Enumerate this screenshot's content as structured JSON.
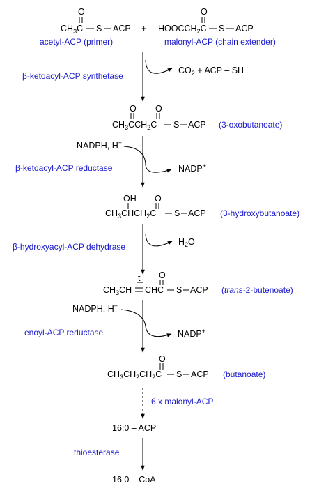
{
  "colors": {
    "structure": "#000000",
    "label": "#1a1acc"
  },
  "start": {
    "acetyl": {
      "o": "O",
      "ch3": "CH",
      "sub3": "3",
      "c": "C",
      "s": "S",
      "acp": "ACP",
      "label": "acetyl-ACP (primer)"
    },
    "plus": "+",
    "malonyl": {
      "o": "O",
      "hooc": "HOOCCH",
      "sub2": "2",
      "c": "C",
      "s": "S",
      "acp": "ACP",
      "label": "malonyl-ACP (chain extender)"
    }
  },
  "steps": [
    {
      "enzyme": "β-ketoacyl-ACP synthetase",
      "product_text": "CO",
      "product_sub": "2",
      "product_rest": " + ACP – SH"
    },
    {
      "enzyme": "β-ketoacyl-ACP reductase",
      "reagent": "NADPH, H",
      "reagent_sup": "+",
      "product_text": "NADP",
      "product_sup": "+"
    },
    {
      "enzyme": "β-hydroxyacyl-ACP dehydrase",
      "product_text": "H",
      "product_sub": "2",
      "product_rest": "O"
    },
    {
      "enzyme": "enoyl-ACP reductase",
      "reagent": "NADPH, H",
      "reagent_sup": "+",
      "product_text": "NADP",
      "product_sup": "+"
    },
    {
      "enzyme": "6 x malonyl-ACP"
    },
    {
      "enzyme": "thioesterase"
    }
  ],
  "intermediates": [
    {
      "name": "(3-oxobutanoate)",
      "o1": "O",
      "o2": "O",
      "ch3": "CH",
      "sub3": "3",
      "c": "C",
      "ch2": "CH",
      "sub2": "2",
      "c2": "C",
      "s": "S",
      "acp": "ACP"
    },
    {
      "name": "(3-hydroxybutanoate)",
      "oh": "OH",
      "o": "O",
      "ch3": "CH",
      "sub3": "3",
      "chch": "CHCH",
      "sub2": "2",
      "c": "C",
      "s": "S",
      "acp": "ACP"
    },
    {
      "name_italic": "trans",
      "name_rest": "-2-butenoate)",
      "name_open": "(",
      "t": "t",
      "o": "O",
      "ch3ch": "CH",
      "sub3": "3",
      "ch": "CH",
      "chc": "CHC",
      "s": "S",
      "acp": "ACP"
    },
    {
      "name": "(butanoate)",
      "o": "O",
      "ch3": "CH",
      "sub3": "3",
      "ch2a": "CH",
      "sub2a": "2",
      "ch2b": "CH",
      "sub2b": "2",
      "c": "C",
      "s": "S",
      "acp": "ACP"
    }
  ],
  "final": {
    "acyl_acp": "16:0 – ACP",
    "acyl_coa": "16:0 – CoA"
  }
}
